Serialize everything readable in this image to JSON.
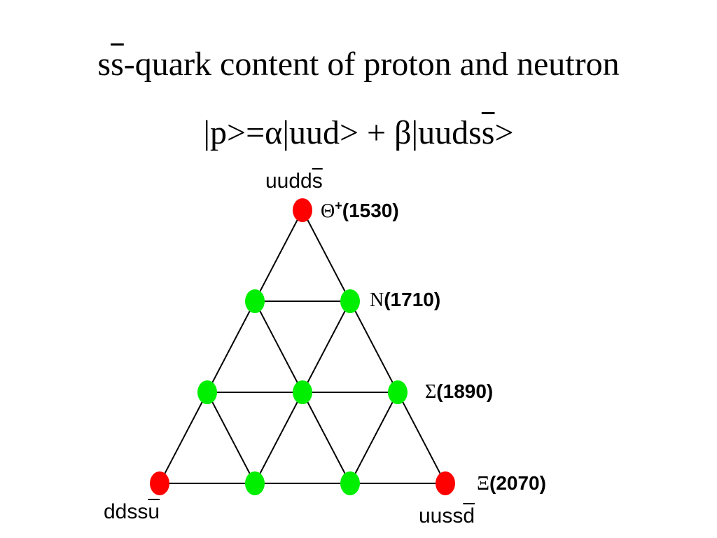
{
  "title_line1": {
    "pre": "s",
    "overlined": "s",
    "post": "-quark content of proton and neutron"
  },
  "title_line2": {
    "part1": "|p>=",
    "alpha": "α",
    "part2": "|uud> + ",
    "beta": "β",
    "part3": "|uuds",
    "overlined": "s",
    "part4": ">"
  },
  "vertex_labels": {
    "top": {
      "base": "uudd",
      "overlined": "s"
    },
    "bottom_left": {
      "base": "ddss",
      "overlined": "u"
    },
    "bottom_right": {
      "base": "uuss",
      "overlined": "d"
    }
  },
  "particle_labels": {
    "theta": {
      "symbol": "Θ",
      "charge": "+",
      "mass": "(1530)"
    },
    "nucleon": {
      "symbol": "N",
      "mass": "(1710)"
    },
    "sigma": {
      "symbol": "Σ",
      "mass": "(1890)"
    },
    "xi": {
      "symbol": "Ξ",
      "mass": "(2070)"
    }
  },
  "colors": {
    "exotic": "#ff0000",
    "non_exotic": "#00ee00",
    "lines": "#000000"
  },
  "nodes": [
    {
      "row": 0,
      "col": 0,
      "kind": "exotic"
    },
    {
      "row": 1,
      "col": 0,
      "kind": "non_exotic"
    },
    {
      "row": 1,
      "col": 1,
      "kind": "non_exotic"
    },
    {
      "row": 2,
      "col": 0,
      "kind": "non_exotic"
    },
    {
      "row": 2,
      "col": 1,
      "kind": "non_exotic"
    },
    {
      "row": 2,
      "col": 2,
      "kind": "non_exotic"
    },
    {
      "row": 3,
      "col": 0,
      "kind": "exotic"
    },
    {
      "row": 3,
      "col": 1,
      "kind": "non_exotic"
    },
    {
      "row": 3,
      "col": 2,
      "kind": "non_exotic"
    },
    {
      "row": 3,
      "col": 3,
      "kind": "exotic"
    }
  ]
}
